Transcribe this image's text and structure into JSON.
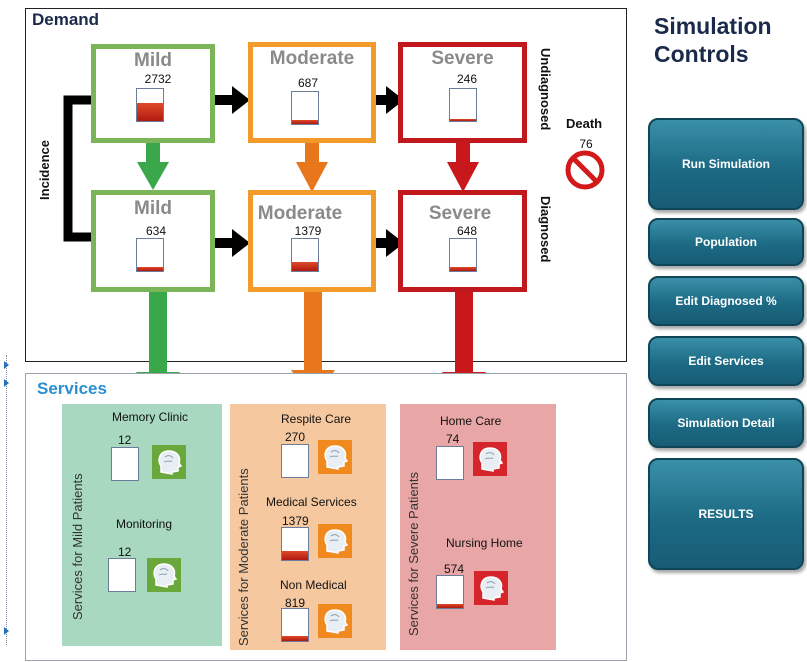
{
  "demand": {
    "title": "Demand",
    "undiagnosed": {
      "side_label": "Undiagnosed",
      "mild": {
        "label": "Mild",
        "count": "2732",
        "fill": 0.55
      },
      "moderate": {
        "label": "Moderate",
        "count": "687",
        "fill": 0.12
      },
      "severe": {
        "label": "Severe",
        "count": "246",
        "fill": 0.05
      }
    },
    "diagnosed": {
      "side_label": "Diagnosed",
      "mild": {
        "label": "Mild",
        "count": "634",
        "fill": 0.12
      },
      "moderate": {
        "label": "Moderate",
        "count": "1379",
        "fill": 0.28
      },
      "severe": {
        "label": "Severe",
        "count": "648",
        "fill": 0.12
      }
    },
    "incidence_label": "Incidence",
    "death": {
      "label": "Death",
      "count": "76"
    }
  },
  "services": {
    "title": "Services",
    "mild": {
      "column_label": "Services for Mild Patients",
      "items": [
        {
          "name": "Memory Clinic",
          "count": "12",
          "fill": 0.0
        },
        {
          "name": "Monitoring",
          "count": "12",
          "fill": 0.0
        }
      ]
    },
    "moderate": {
      "column_label": "Services for Moderate Patients",
      "items": [
        {
          "name": "Respite Care",
          "count": "270",
          "fill": 0.0
        },
        {
          "name": "Medical Services",
          "count": "1379",
          "fill": 0.28
        },
        {
          "name": "Non Medical",
          "count": "819",
          "fill": 0.17
        }
      ]
    },
    "severe": {
      "column_label": "Services for Severe Patients",
      "items": [
        {
          "name": "Home Care",
          "count": "74",
          "fill": 0.0
        },
        {
          "name": "Nursing Home",
          "count": "574",
          "fill": 0.12
        }
      ]
    }
  },
  "controls": {
    "title_line1": "Simulation",
    "title_line2": "Controls",
    "buttons": {
      "run": "Run Simulation",
      "population": "Population",
      "edit_diagnosed": "Edit Diagnosed %",
      "edit_services": "Edit Services",
      "simulation_detail": "Simulation Detail",
      "results": "RESULTS"
    }
  },
  "colors": {
    "mild": "#7cb458",
    "moderate": "#f39b2a",
    "severe": "#c0181c",
    "button": "#1c6a84"
  }
}
